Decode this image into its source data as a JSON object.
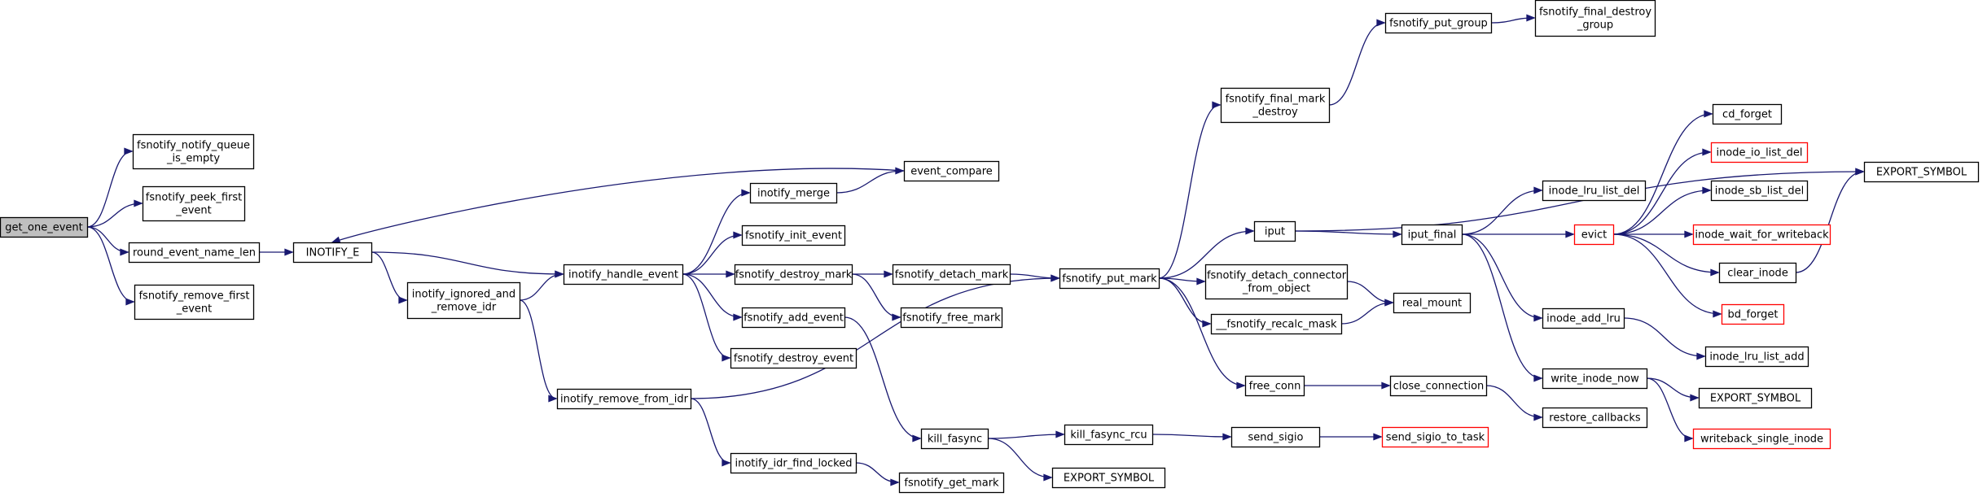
{
  "graph": {
    "colors": {
      "edge": "#191970",
      "root_fill": "#bfbfbf",
      "truncated_border": "#ff0000",
      "node_border": "#000000"
    },
    "nodes": [
      {
        "id": "get_one_event",
        "lines": [
          "get_one_event"
        ],
        "root": true
      },
      {
        "id": "fsnotify_notify_queue_is_empty",
        "lines": [
          "fsnotify_notify_queue",
          "_is_empty"
        ]
      },
      {
        "id": "fsnotify_peek_first_event",
        "lines": [
          "fsnotify_peek_first",
          "_event"
        ]
      },
      {
        "id": "round_event_name_len",
        "lines": [
          "round_event_name_len"
        ]
      },
      {
        "id": "fsnotify_remove_first_event",
        "lines": [
          "fsnotify_remove_first",
          "_event"
        ]
      },
      {
        "id": "INOTIFY_E",
        "lines": [
          "INOTIFY_E"
        ]
      },
      {
        "id": "inotify_ignored_and_remove_idr",
        "lines": [
          "inotify_ignored_and",
          "_remove_idr"
        ]
      },
      {
        "id": "inotify_handle_event",
        "lines": [
          "inotify_handle_event"
        ]
      },
      {
        "id": "inotify_remove_from_idr",
        "lines": [
          "inotify_remove_from_idr"
        ]
      },
      {
        "id": "inotify_merge",
        "lines": [
          "inotify_merge"
        ]
      },
      {
        "id": "event_compare",
        "lines": [
          "event_compare"
        ]
      },
      {
        "id": "fsnotify_init_event",
        "lines": [
          "fsnotify_init_event"
        ]
      },
      {
        "id": "fsnotify_destroy_mark",
        "lines": [
          "fsnotify_destroy_mark"
        ]
      },
      {
        "id": "fsnotify_add_event",
        "lines": [
          "fsnotify_add_event"
        ]
      },
      {
        "id": "fsnotify_destroy_event",
        "lines": [
          "fsnotify_destroy_event"
        ]
      },
      {
        "id": "inotify_idr_find_locked",
        "lines": [
          "inotify_idr_find_locked"
        ]
      },
      {
        "id": "fsnotify_detach_mark",
        "lines": [
          "fsnotify_detach_mark"
        ]
      },
      {
        "id": "fsnotify_free_mark",
        "lines": [
          "fsnotify_free_mark"
        ]
      },
      {
        "id": "kill_fasync",
        "lines": [
          "kill_fasync"
        ]
      },
      {
        "id": "fsnotify_get_mark",
        "lines": [
          "fsnotify_get_mark"
        ]
      },
      {
        "id": "fsnotify_put_mark",
        "lines": [
          "fsnotify_put_mark"
        ]
      },
      {
        "id": "kill_fasync_rcu",
        "lines": [
          "kill_fasync_rcu"
        ]
      },
      {
        "id": "export_symbol_kf",
        "lines": [
          "EXPORT_SYMBOL"
        ]
      },
      {
        "id": "fsnotify_final_mark_destroy",
        "lines": [
          "fsnotify_final_mark",
          "_destroy"
        ]
      },
      {
        "id": "fsnotify_put_group",
        "lines": [
          "fsnotify_put_group"
        ]
      },
      {
        "id": "fsnotify_final_destroy_group",
        "lines": [
          "fsnotify_final_destroy",
          "_group"
        ]
      },
      {
        "id": "iput",
        "lines": [
          "iput"
        ]
      },
      {
        "id": "fsnotify_detach_connector_from_object",
        "lines": [
          "fsnotify_detach_connector",
          "_from_object"
        ]
      },
      {
        "id": "fsnotify_recalc_mask",
        "lines": [
          "__fsnotify_recalc_mask"
        ]
      },
      {
        "id": "free_conn",
        "lines": [
          "free_conn"
        ]
      },
      {
        "id": "send_sigio",
        "lines": [
          "send_sigio"
        ]
      },
      {
        "id": "send_sigio_to_task",
        "lines": [
          "send_sigio_to_task"
        ],
        "truncated": true
      },
      {
        "id": "real_mount",
        "lines": [
          "real_mount"
        ]
      },
      {
        "id": "close_connection",
        "lines": [
          "close_connection"
        ]
      },
      {
        "id": "restore_callbacks",
        "lines": [
          "restore_callbacks"
        ]
      },
      {
        "id": "iput_final",
        "lines": [
          "iput_final"
        ]
      },
      {
        "id": "inode_lru_list_del",
        "lines": [
          "inode_lru_list_del"
        ]
      },
      {
        "id": "evict",
        "lines": [
          "evict"
        ],
        "truncated": true
      },
      {
        "id": "inode_add_lru",
        "lines": [
          "inode_add_lru"
        ]
      },
      {
        "id": "write_inode_now",
        "lines": [
          "write_inode_now"
        ]
      },
      {
        "id": "cd_forget",
        "lines": [
          "cd_forget"
        ]
      },
      {
        "id": "inode_io_list_del",
        "lines": [
          "inode_io_list_del"
        ],
        "truncated": true
      },
      {
        "id": "inode_sb_list_del",
        "lines": [
          "inode_sb_list_del"
        ]
      },
      {
        "id": "inode_wait_for_writeback",
        "lines": [
          "inode_wait_for_writeback"
        ],
        "truncated": true
      },
      {
        "id": "clear_inode",
        "lines": [
          "clear_inode"
        ]
      },
      {
        "id": "bd_forget",
        "lines": [
          "bd_forget"
        ],
        "truncated": true
      },
      {
        "id": "inode_lru_list_add",
        "lines": [
          "inode_lru_list_add"
        ]
      },
      {
        "id": "export_symbol_win",
        "lines": [
          "EXPORT_SYMBOL"
        ]
      },
      {
        "id": "writeback_single_inode",
        "lines": [
          "writeback_single_inode"
        ],
        "truncated": true
      },
      {
        "id": "export_symbol_main",
        "lines": [
          "EXPORT_SYMBOL"
        ]
      }
    ],
    "edges": [
      {
        "from": "get_one_event",
        "to": "fsnotify_notify_queue_is_empty"
      },
      {
        "from": "get_one_event",
        "to": "fsnotify_peek_first_event"
      },
      {
        "from": "get_one_event",
        "to": "round_event_name_len"
      },
      {
        "from": "get_one_event",
        "to": "fsnotify_remove_first_event"
      },
      {
        "from": "round_event_name_len",
        "to": "INOTIFY_E"
      },
      {
        "from": "INOTIFY_E",
        "to": "inotify_handle_event"
      },
      {
        "from": "INOTIFY_E",
        "to": "inotify_ignored_and_remove_idr"
      },
      {
        "from": "event_compare",
        "to": "INOTIFY_E"
      },
      {
        "from": "inotify_ignored_and_remove_idr",
        "to": "inotify_handle_event"
      },
      {
        "from": "inotify_ignored_and_remove_idr",
        "to": "inotify_remove_from_idr"
      },
      {
        "from": "inotify_handle_event",
        "to": "inotify_merge"
      },
      {
        "from": "inotify_handle_event",
        "to": "fsnotify_init_event"
      },
      {
        "from": "inotify_handle_event",
        "to": "fsnotify_destroy_mark"
      },
      {
        "from": "inotify_handle_event",
        "to": "fsnotify_add_event"
      },
      {
        "from": "inotify_handle_event",
        "to": "fsnotify_destroy_event"
      },
      {
        "from": "inotify_merge",
        "to": "event_compare"
      },
      {
        "from": "inotify_remove_from_idr",
        "to": "inotify_idr_find_locked"
      },
      {
        "from": "inotify_remove_from_idr",
        "to": "fsnotify_put_mark"
      },
      {
        "from": "inotify_idr_find_locked",
        "to": "fsnotify_get_mark"
      },
      {
        "from": "fsnotify_destroy_mark",
        "to": "fsnotify_detach_mark"
      },
      {
        "from": "fsnotify_destroy_mark",
        "to": "fsnotify_free_mark"
      },
      {
        "from": "fsnotify_add_event",
        "to": "kill_fasync"
      },
      {
        "from": "fsnotify_detach_mark",
        "to": "fsnotify_put_mark"
      },
      {
        "from": "kill_fasync",
        "to": "kill_fasync_rcu"
      },
      {
        "from": "kill_fasync",
        "to": "export_symbol_kf"
      },
      {
        "from": "fsnotify_put_mark",
        "to": "fsnotify_final_mark_destroy"
      },
      {
        "from": "fsnotify_put_mark",
        "to": "iput"
      },
      {
        "from": "fsnotify_put_mark",
        "to": "fsnotify_detach_connector_from_object"
      },
      {
        "from": "fsnotify_put_mark",
        "to": "fsnotify_recalc_mask"
      },
      {
        "from": "fsnotify_put_mark",
        "to": "free_conn"
      },
      {
        "from": "fsnotify_final_mark_destroy",
        "to": "fsnotify_put_group"
      },
      {
        "from": "fsnotify_put_group",
        "to": "fsnotify_final_destroy_group"
      },
      {
        "from": "kill_fasync_rcu",
        "to": "send_sigio"
      },
      {
        "from": "send_sigio",
        "to": "send_sigio_to_task"
      },
      {
        "from": "iput",
        "to": "export_symbol_main"
      },
      {
        "from": "iput",
        "to": "iput_final"
      },
      {
        "from": "fsnotify_detach_connector_from_object",
        "to": "real_mount"
      },
      {
        "from": "fsnotify_recalc_mask",
        "to": "real_mount"
      },
      {
        "from": "free_conn",
        "to": "close_connection"
      },
      {
        "from": "close_connection",
        "to": "restore_callbacks"
      },
      {
        "from": "iput_final",
        "to": "inode_lru_list_del"
      },
      {
        "from": "iput_final",
        "to": "evict"
      },
      {
        "from": "iput_final",
        "to": "inode_add_lru"
      },
      {
        "from": "iput_final",
        "to": "write_inode_now"
      },
      {
        "from": "evict",
        "to": "cd_forget"
      },
      {
        "from": "evict",
        "to": "inode_io_list_del"
      },
      {
        "from": "evict",
        "to": "inode_sb_list_del"
      },
      {
        "from": "evict",
        "to": "inode_wait_for_writeback"
      },
      {
        "from": "evict",
        "to": "clear_inode"
      },
      {
        "from": "evict",
        "to": "bd_forget"
      },
      {
        "from": "inode_add_lru",
        "to": "inode_lru_list_add"
      },
      {
        "from": "write_inode_now",
        "to": "export_symbol_win"
      },
      {
        "from": "write_inode_now",
        "to": "writeback_single_inode"
      },
      {
        "from": "clear_inode",
        "to": "export_symbol_main"
      }
    ]
  }
}
